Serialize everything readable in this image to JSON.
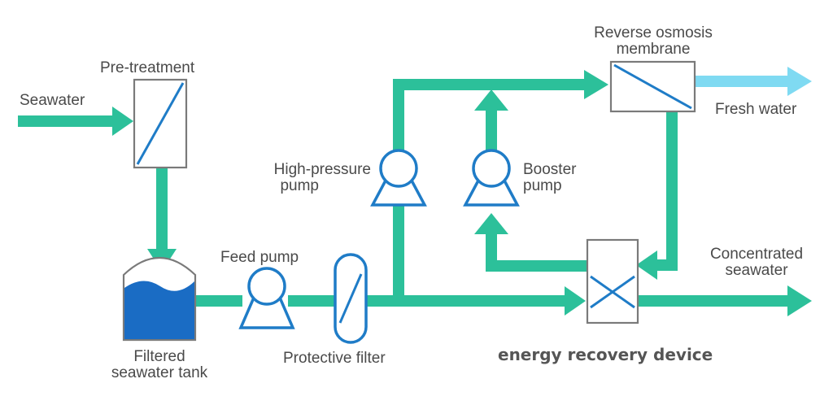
{
  "labels": {
    "seawater": "Seawater",
    "pretreatment": "Pre-treatment",
    "ro_line1": "Reverse osmosis",
    "ro_line2": "membrane",
    "fresh_water": "Fresh water",
    "hp_line1": "High-pressure",
    "hp_line2": "pump",
    "booster_line1": "Booster",
    "booster_line2": "pump",
    "feed_pump": "Feed pump",
    "concentrated_line1": "Concentrated",
    "concentrated_line2": "seawater",
    "tank_line1": "Filtered",
    "tank_line2": "seawater tank",
    "protective_filter": "Protective filter",
    "erd": "energy recovery device"
  },
  "colors": {
    "flow": "#2cc09a",
    "fresh": "#7fdaf2",
    "blue": "#1f7cc7",
    "water": "#1a6cc4",
    "outline": "#7a7a7a",
    "text": "#4a4a4a"
  }
}
